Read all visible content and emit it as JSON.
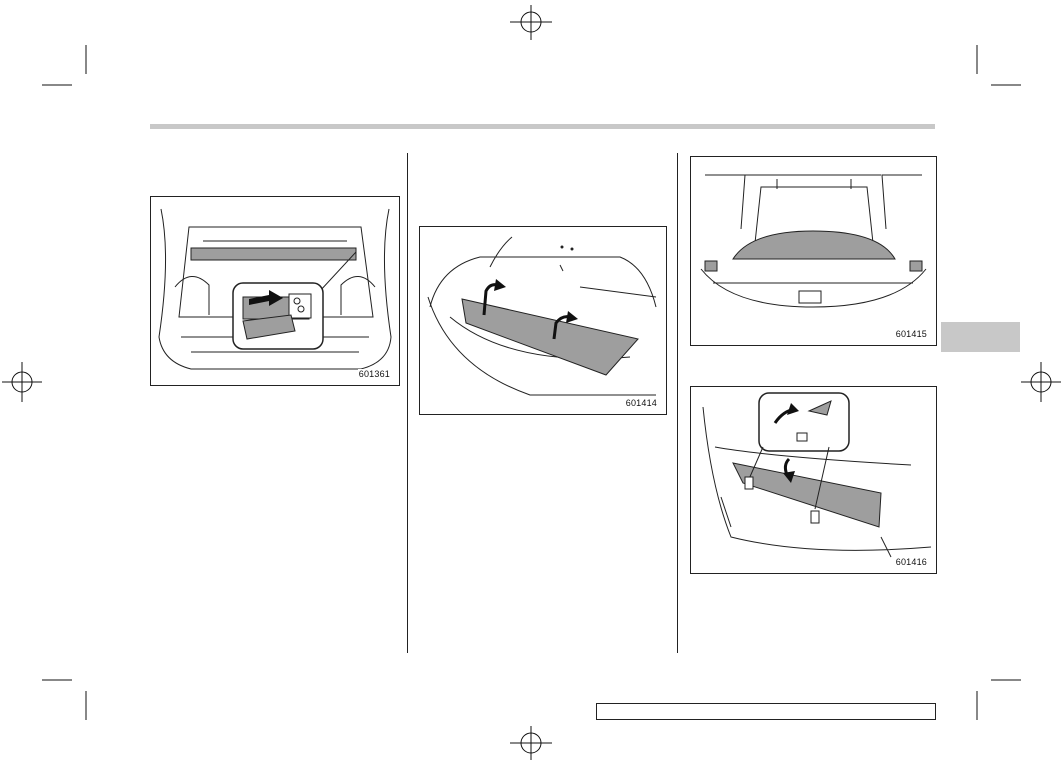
{
  "figures": [
    {
      "id": "figure-1",
      "code": "601361",
      "icon": "trunk-cover-latch-illustration"
    },
    {
      "id": "figure-2",
      "code": "601414",
      "icon": "cover-unroll-illustration"
    },
    {
      "id": "figure-3",
      "code": "601415",
      "icon": "cover-installed-rear-view-illustration"
    },
    {
      "id": "figure-4",
      "code": "601416",
      "icon": "cover-removal-illustration"
    }
  ],
  "colors": {
    "rule": "#c8c8c8",
    "tab": "#c8c8c8",
    "line": "#222222",
    "cover_fill": "#9e9e9e"
  }
}
